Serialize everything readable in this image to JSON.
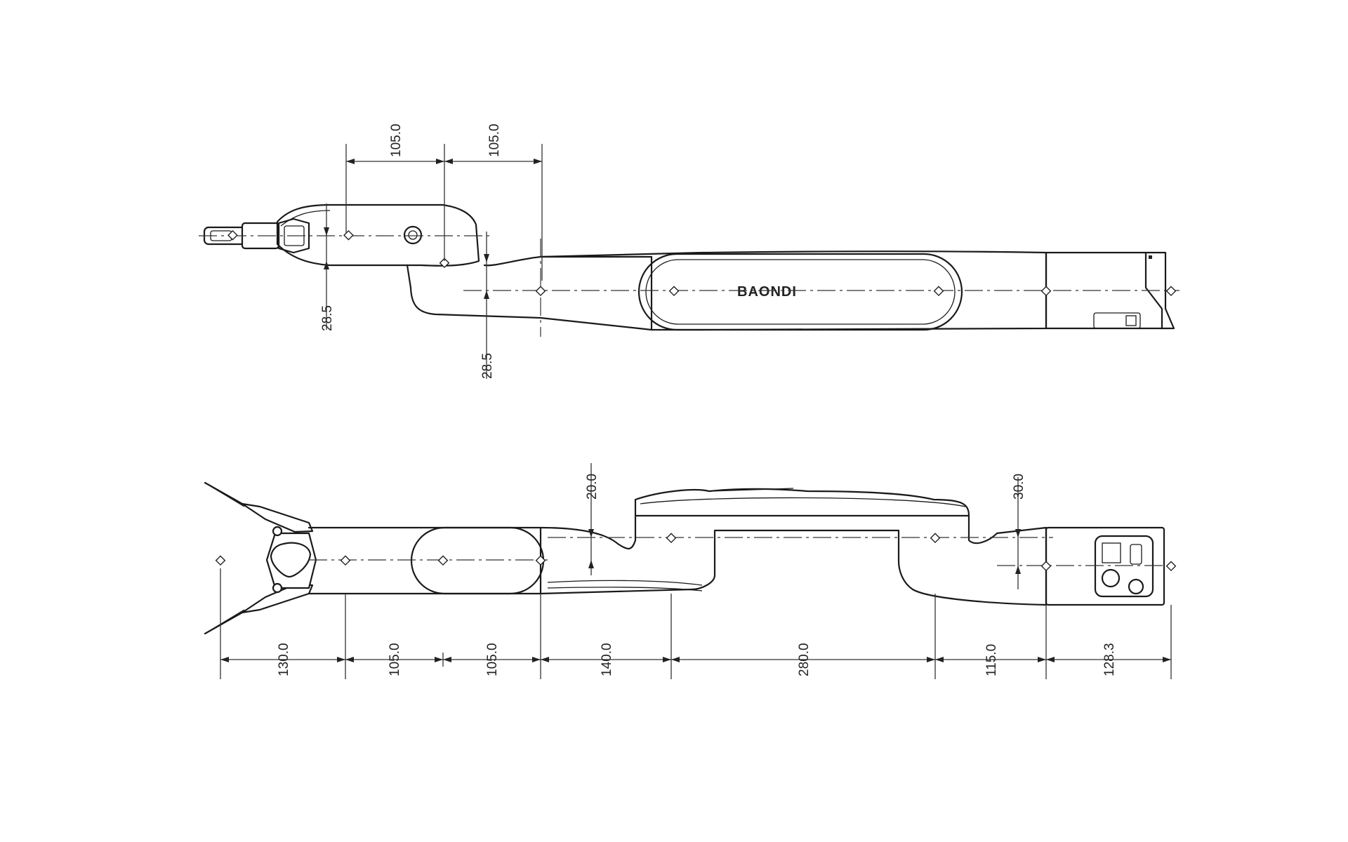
{
  "brand": {
    "logo_text": "BAONDI"
  },
  "top_view": {
    "dimensions": {
      "top_left": "105.0",
      "top_right": "105.0",
      "offset_left": "28.5",
      "offset_right": "28.5"
    }
  },
  "side_view": {
    "dimensions": {
      "wrist_offset": "20.0",
      "base_offset": "30.0",
      "gripper": "130.0",
      "segment_1": "105.0",
      "segment_2": "105.0",
      "forearm": "140.0",
      "upper_arm": "280.0",
      "shoulder": "115.0",
      "base": "128.3"
    }
  }
}
